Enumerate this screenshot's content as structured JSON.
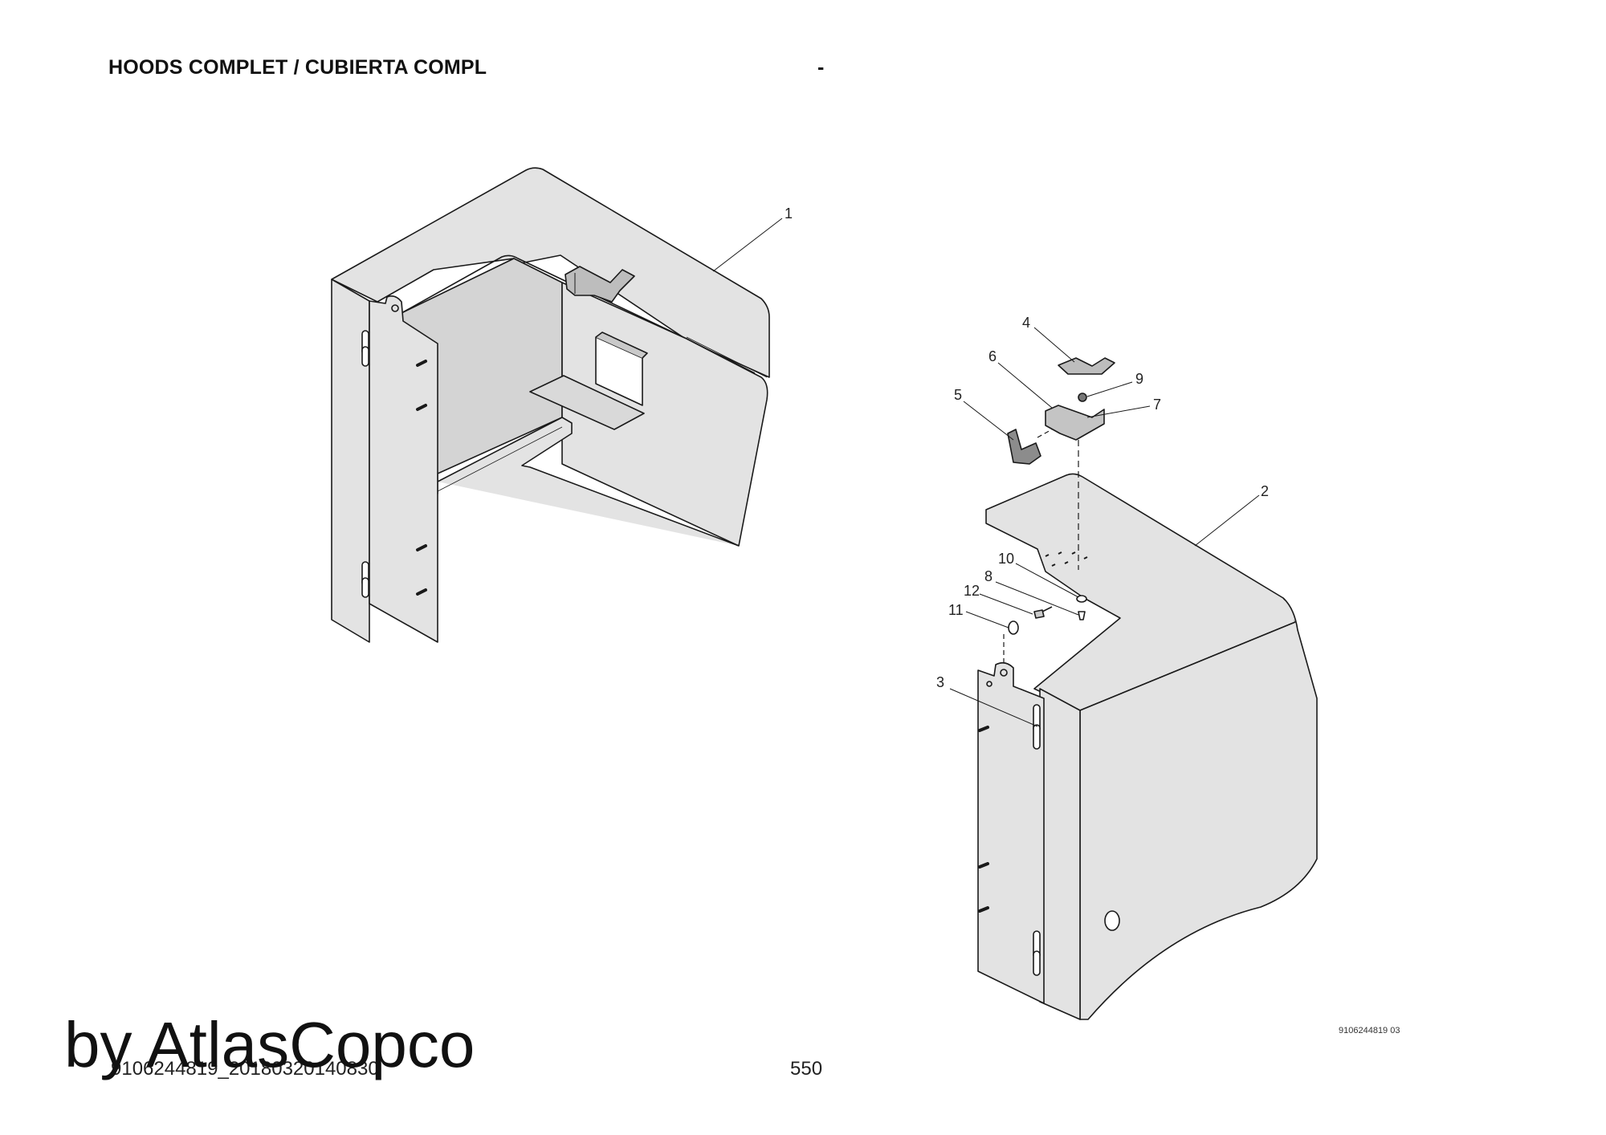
{
  "header": {
    "title": "HOODS COMPLET / CUBIERTA COMPL",
    "dash": "-"
  },
  "callouts": [
    "1",
    "2",
    "3",
    "4",
    "5",
    "6",
    "7",
    "8",
    "9",
    "10",
    "11",
    "12"
  ],
  "footer": {
    "drawing_number": "9106244819 03",
    "document_ref": "9106244819_20180320140830",
    "page_number": "550",
    "watermark": "by AtlasCopco"
  },
  "colors": {
    "panel_fill": "#e3e3e3",
    "panel_dark": "#c4c4c4",
    "line": "#1a1a1a"
  }
}
